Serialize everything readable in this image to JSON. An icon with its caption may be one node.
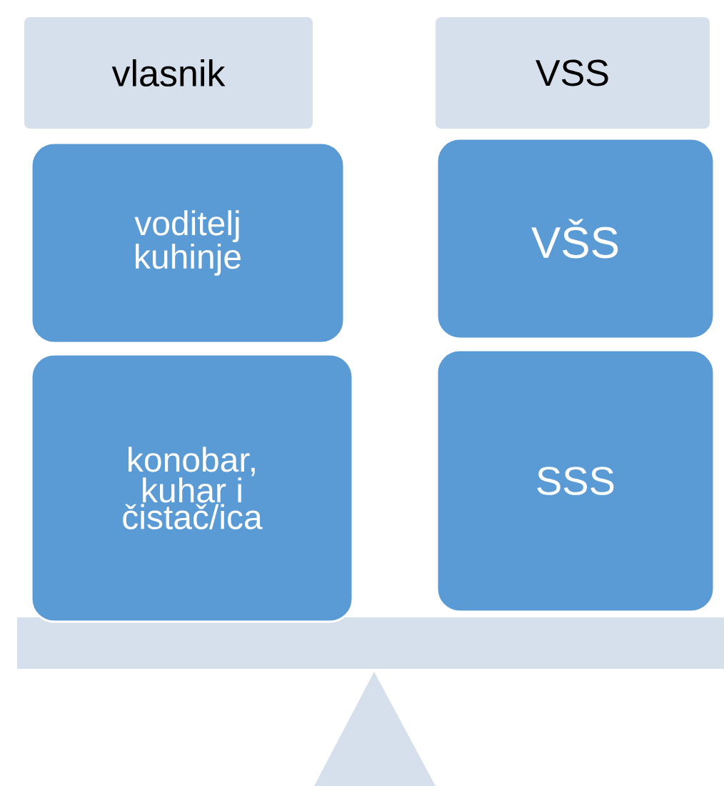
{
  "diagram": {
    "nodes": [
      {
        "text": [
          "vlasnik"
        ]
      },
      {
        "text": [
          "VSS"
        ]
      },
      {
        "text": [
          "voditelj kuhinje"
        ]
      },
      {
        "text": [
          "konobar, kuhar i čistač/ica"
        ]
      },
      {
        "text": [
          "VŠS"
        ]
      },
      {
        "text": [
          "SSS"
        ]
      }
    ]
  }
}
